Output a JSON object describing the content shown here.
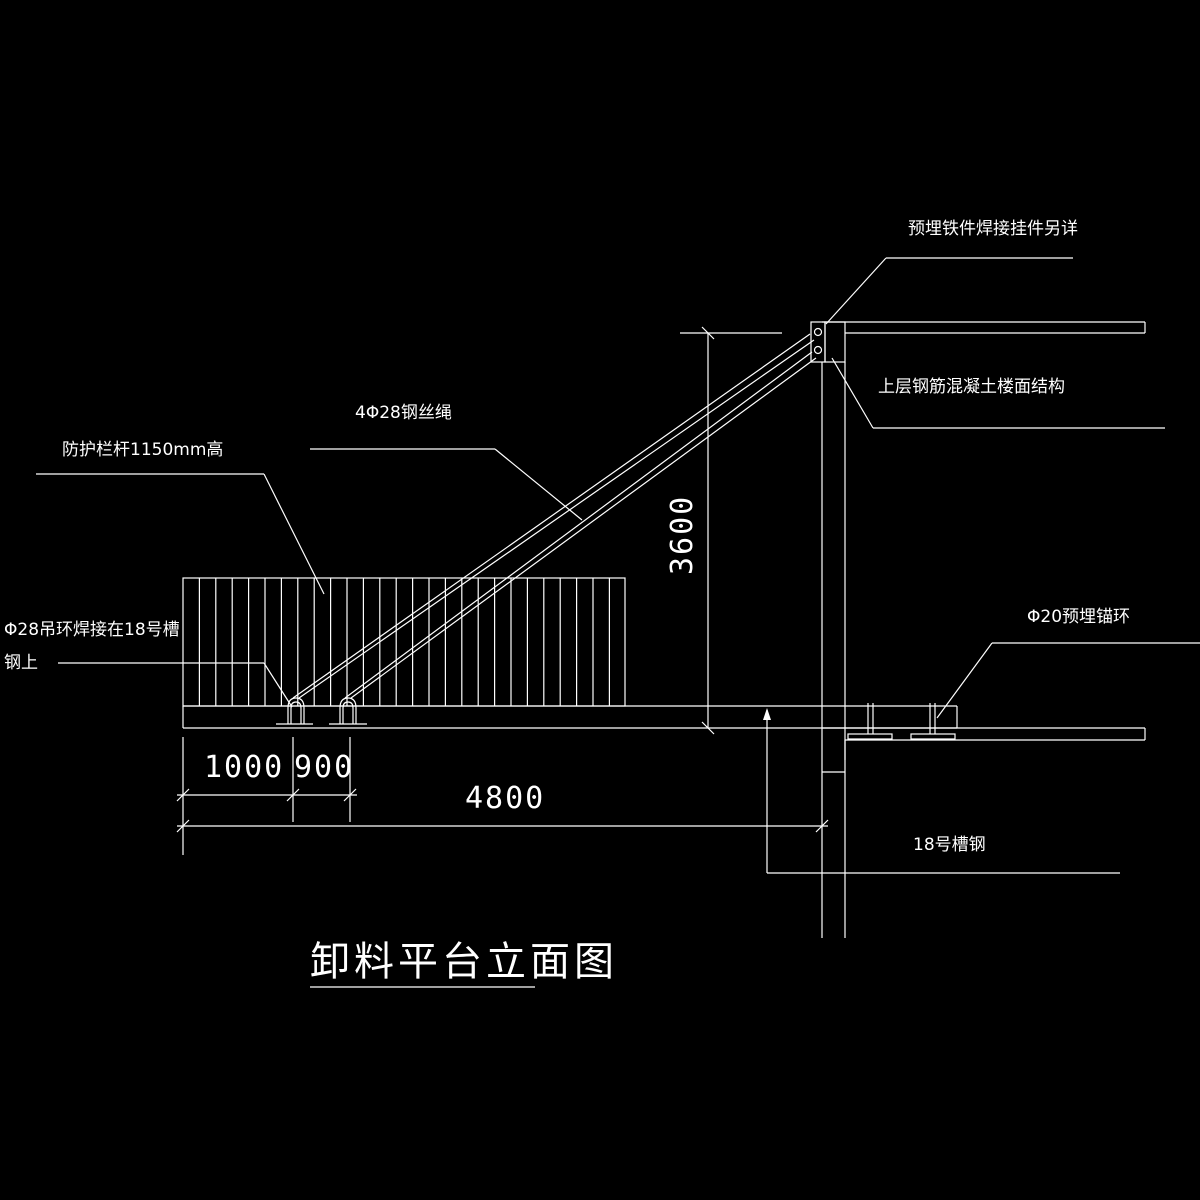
{
  "title": "卸料平台立面图",
  "labels": {
    "embedded_weld": "预埋铁件焊接挂件另详",
    "upper_floor": "上层钢筋混凝土楼面结构",
    "wire_rope": "4Φ28钢丝绳",
    "guardrail": "防护栏杆1150mm高",
    "lifting_ring_line1": "Φ28吊环焊接在18号槽",
    "lifting_ring_line2": "钢上",
    "anchor_ring": "Φ20预埋锚环",
    "channel_steel": "18号槽钢"
  },
  "dimensions": {
    "height": "3600",
    "span_1": "1000",
    "span_2": "900",
    "total": "4800"
  }
}
